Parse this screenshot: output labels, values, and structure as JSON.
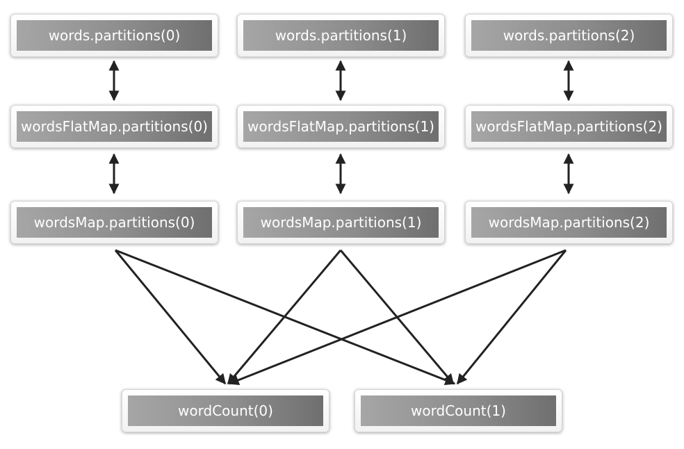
{
  "colors": {
    "box_gradient_light": "#a6a6a6",
    "box_gradient_dark": "#6f6f6f",
    "box_text": "#ffffff",
    "arrow": "#222222"
  },
  "rows": {
    "words": [
      "words.partitions(0)",
      "words.partitions(1)",
      "words.partitions(2)"
    ],
    "flatmap": [
      "wordsFlatMap.partitions(0)",
      "wordsFlatMap.partitions(1)",
      "wordsFlatMap.partitions(2)"
    ],
    "map": [
      "wordsMap.partitions(0)",
      "wordsMap.partitions(1)",
      "wordsMap.partitions(2)"
    ],
    "count": [
      "wordCount(0)",
      "wordCount(1)"
    ]
  },
  "edges": {
    "bidirectional": [
      [
        "words.partitions(0)",
        "wordsFlatMap.partitions(0)"
      ],
      [
        "words.partitions(1)",
        "wordsFlatMap.partitions(1)"
      ],
      [
        "words.partitions(2)",
        "wordsFlatMap.partitions(2)"
      ],
      [
        "wordsFlatMap.partitions(0)",
        "wordsMap.partitions(0)"
      ],
      [
        "wordsFlatMap.partitions(1)",
        "wordsMap.partitions(1)"
      ],
      [
        "wordsFlatMap.partitions(2)",
        "wordsMap.partitions(2)"
      ]
    ],
    "shuffle": [
      [
        "wordsMap.partitions(0)",
        "wordCount(0)"
      ],
      [
        "wordsMap.partitions(0)",
        "wordCount(1)"
      ],
      [
        "wordsMap.partitions(1)",
        "wordCount(0)"
      ],
      [
        "wordsMap.partitions(1)",
        "wordCount(1)"
      ],
      [
        "wordsMap.partitions(2)",
        "wordCount(0)"
      ],
      [
        "wordsMap.partitions(2)",
        "wordCount(1)"
      ]
    ]
  }
}
